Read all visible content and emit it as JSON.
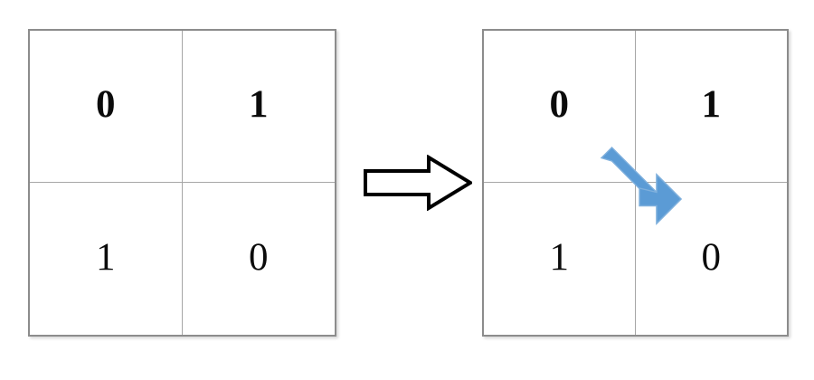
{
  "diagram": {
    "title": "2x2 binary matrix transition",
    "type": "before-after-transformation",
    "colors": {
      "grid_outer_border": "#8c8c8c",
      "grid_inner_line": "#a6a6a6",
      "cell_background": "#ffffff",
      "digit_color": "#0b0b0b",
      "swap_arrow_fill": "#5b9bd5",
      "swap_arrow_stroke": "#7fb0dd",
      "implies_arrow_stroke": "#000000",
      "implies_arrow_fill": "#ffffff",
      "page_background": "#ffffff"
    },
    "panels": [
      {
        "name": "before",
        "position": "left",
        "cells": [
          {
            "row": 0,
            "col": 0,
            "value": "0",
            "weight": "bold"
          },
          {
            "row": 0,
            "col": 1,
            "value": "1",
            "weight": "bold"
          },
          {
            "row": 1,
            "col": 0,
            "value": "1",
            "weight": "regular"
          },
          {
            "row": 1,
            "col": 1,
            "value": "0",
            "weight": "regular"
          }
        ]
      },
      {
        "name": "after",
        "position": "right",
        "cells": [
          {
            "row": 0,
            "col": 0,
            "value": "0",
            "weight": "bold"
          },
          {
            "row": 0,
            "col": 1,
            "value": "1",
            "weight": "bold"
          },
          {
            "row": 1,
            "col": 0,
            "value": "1",
            "weight": "regular"
          },
          {
            "row": 1,
            "col": 1,
            "value": "0",
            "weight": "regular"
          }
        ],
        "annotation": {
          "name": "diagonal-swap-arrow",
          "direction": "down-right",
          "from_cell": "row0-col1",
          "to_cell": "row1-col1",
          "color": "#5b9bd5"
        }
      }
    ],
    "connector": {
      "name": "implies-arrow",
      "shape": "hollow-block-arrow",
      "direction": "right"
    }
  }
}
